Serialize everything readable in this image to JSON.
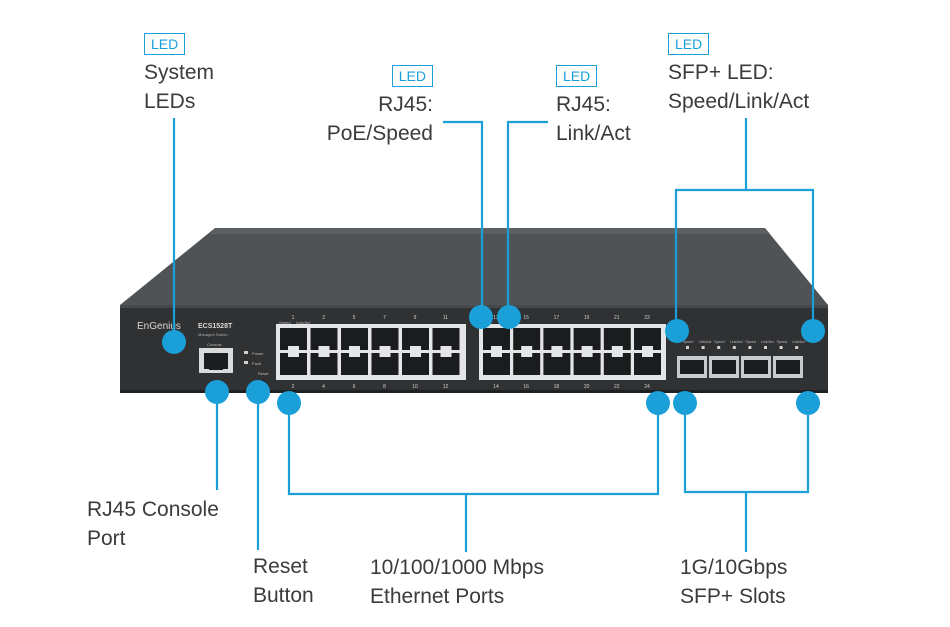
{
  "device": {
    "brand": "EnGenius",
    "model": "ECS1528T",
    "subtitle": "Managed Switch",
    "console_label": "Console",
    "power_label": "Power",
    "fault_label": "Fault",
    "reset_label": "Reset",
    "speed_label": "Speed",
    "linkact_label": "Link/Act",
    "top_port_numbers": [
      "1",
      "3",
      "5",
      "7",
      "9",
      "11",
      "13",
      "15",
      "17",
      "19",
      "21",
      "23"
    ],
    "bottom_port_numbers": [
      "2",
      "4",
      "6",
      "8",
      "10",
      "12",
      "14",
      "16",
      "18",
      "20",
      "22",
      "24"
    ],
    "sfp_led_labels": [
      "Speed",
      "Link/Act",
      "Speed",
      "Link/Act",
      "Speed",
      "Link/Act",
      "Speed",
      "Link/Act"
    ]
  },
  "callouts": {
    "system_leds": {
      "tag": "LED",
      "line1": "System",
      "line2": "LEDs"
    },
    "rj45_poe": {
      "tag": "LED",
      "line1": "RJ45:",
      "line2": "PoE/Speed"
    },
    "rj45_link": {
      "tag": "LED",
      "line1": "RJ45:",
      "line2": "Link/Act"
    },
    "sfp_led": {
      "tag": "LED",
      "line1": "SFP+ LED:",
      "line2": "Speed/Link/Act"
    },
    "console_port": {
      "line1": "RJ45 Console",
      "line2": "Port"
    },
    "reset_button": {
      "line1": "Reset",
      "line2": "Button"
    },
    "ethernet_ports": {
      "line1": "10/100/1000 Mbps",
      "line2": "Ethernet Ports"
    },
    "sfp_slots": {
      "line1": "1G/10Gbps",
      "line2": "SFP+ Slots"
    }
  },
  "colors": {
    "accent": "#1a9fd8",
    "chassis": "#3f4143",
    "front": "#2e3032",
    "text": "#3b3b3b"
  }
}
